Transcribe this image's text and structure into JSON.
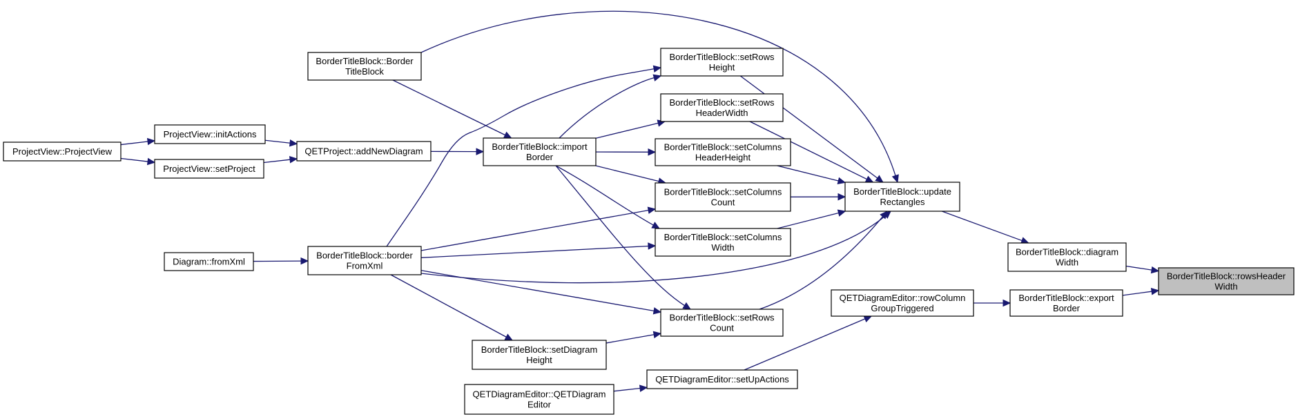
{
  "nodes": [
    {
      "id": "rowsHeaderWidth",
      "lines": [
        "BorderTitleBlock::rowsHeader",
        "Width"
      ],
      "highlight": true
    },
    {
      "id": "diagramWidth",
      "lines": [
        "BorderTitleBlock::diagram",
        "Width"
      ]
    },
    {
      "id": "exportBorder",
      "lines": [
        "BorderTitleBlock::export",
        "Border"
      ]
    },
    {
      "id": "updateRectangles",
      "lines": [
        "BorderTitleBlock::update",
        "Rectangles"
      ]
    },
    {
      "id": "rowColumnGroupTriggered",
      "lines": [
        "QETDiagramEditor::rowColumn",
        "GroupTriggered"
      ]
    },
    {
      "id": "setUpActions",
      "lines": [
        "QETDiagramEditor::setUpActions"
      ]
    },
    {
      "id": "qetDiagramEditorCtor",
      "lines": [
        "QETDiagramEditor::QETDiagram",
        "Editor"
      ]
    },
    {
      "id": "setRowsHeight",
      "lines": [
        "BorderTitleBlock::setRows",
        "Height"
      ]
    },
    {
      "id": "setRowsHeaderWidth",
      "lines": [
        "BorderTitleBlock::setRows",
        "HeaderWidth"
      ]
    },
    {
      "id": "setColumnsHeaderHeight",
      "lines": [
        "BorderTitleBlock::setColumns",
        "HeaderHeight"
      ]
    },
    {
      "id": "setColumnsCount",
      "lines": [
        "BorderTitleBlock::setColumns",
        "Count"
      ]
    },
    {
      "id": "setColumnsWidth",
      "lines": [
        "BorderTitleBlock::setColumns",
        "Width"
      ]
    },
    {
      "id": "setRowsCount",
      "lines": [
        "BorderTitleBlock::setRows",
        "Count"
      ]
    },
    {
      "id": "borderTitleBlockCtor",
      "lines": [
        "BorderTitleBlock::Border",
        "TitleBlock"
      ]
    },
    {
      "id": "importBorder",
      "lines": [
        "BorderTitleBlock::import",
        "Border"
      ]
    },
    {
      "id": "borderFromXml",
      "lines": [
        "BorderTitleBlock::border",
        "FromXml"
      ]
    },
    {
      "id": "setDiagramHeight",
      "lines": [
        "BorderTitleBlock::setDiagram",
        "Height"
      ]
    },
    {
      "id": "addNewDiagram",
      "lines": [
        "QETProject::addNewDiagram"
      ]
    },
    {
      "id": "initActions",
      "lines": [
        "ProjectView::initActions"
      ]
    },
    {
      "id": "setProject",
      "lines": [
        "ProjectView::setProject"
      ]
    },
    {
      "id": "projectViewCtor",
      "lines": [
        "ProjectView::ProjectView"
      ]
    },
    {
      "id": "fromXml",
      "lines": [
        "Diagram::fromXml"
      ]
    }
  ],
  "edges": [
    {
      "from": "diagramWidth",
      "to": "rowsHeaderWidth"
    },
    {
      "from": "exportBorder",
      "to": "rowsHeaderWidth"
    },
    {
      "from": "updateRectangles",
      "to": "diagramWidth"
    },
    {
      "from": "rowColumnGroupTriggered",
      "to": "exportBorder"
    },
    {
      "from": "setUpActions",
      "to": "rowColumnGroupTriggered"
    },
    {
      "from": "qetDiagramEditorCtor",
      "to": "setUpActions"
    },
    {
      "from": "setRowsHeight",
      "to": "updateRectangles"
    },
    {
      "from": "setRowsHeaderWidth",
      "to": "updateRectangles"
    },
    {
      "from": "setColumnsHeaderHeight",
      "to": "updateRectangles"
    },
    {
      "from": "setColumnsCount",
      "to": "updateRectangles"
    },
    {
      "from": "setColumnsWidth",
      "to": "updateRectangles"
    },
    {
      "from": "setRowsCount",
      "to": "updateRectangles"
    },
    {
      "from": "borderTitleBlockCtor",
      "to": "updateRectangles"
    },
    {
      "from": "borderFromXml",
      "to": "updateRectangles"
    },
    {
      "from": "importBorder",
      "to": "setRowsHeight"
    },
    {
      "from": "importBorder",
      "to": "setRowsHeaderWidth"
    },
    {
      "from": "importBorder",
      "to": "setColumnsHeaderHeight"
    },
    {
      "from": "importBorder",
      "to": "setColumnsCount"
    },
    {
      "from": "importBorder",
      "to": "setColumnsWidth"
    },
    {
      "from": "importBorder",
      "to": "setRowsCount"
    },
    {
      "from": "borderTitleBlockCtor",
      "to": "importBorder"
    },
    {
      "from": "addNewDiagram",
      "to": "importBorder"
    },
    {
      "from": "borderFromXml",
      "to": "setRowsHeight"
    },
    {
      "from": "borderFromXml",
      "to": "setColumnsCount"
    },
    {
      "from": "borderFromXml",
      "to": "setColumnsWidth"
    },
    {
      "from": "borderFromXml",
      "to": "setRowsCount"
    },
    {
      "from": "borderFromXml",
      "to": "setDiagramHeight"
    },
    {
      "from": "setDiagramHeight",
      "to": "setRowsCount"
    },
    {
      "from": "initActions",
      "to": "addNewDiagram"
    },
    {
      "from": "setProject",
      "to": "addNewDiagram"
    },
    {
      "from": "projectViewCtor",
      "to": "initActions"
    },
    {
      "from": "projectViewCtor",
      "to": "setProject"
    },
    {
      "from": "fromXml",
      "to": "borderFromXml"
    }
  ]
}
